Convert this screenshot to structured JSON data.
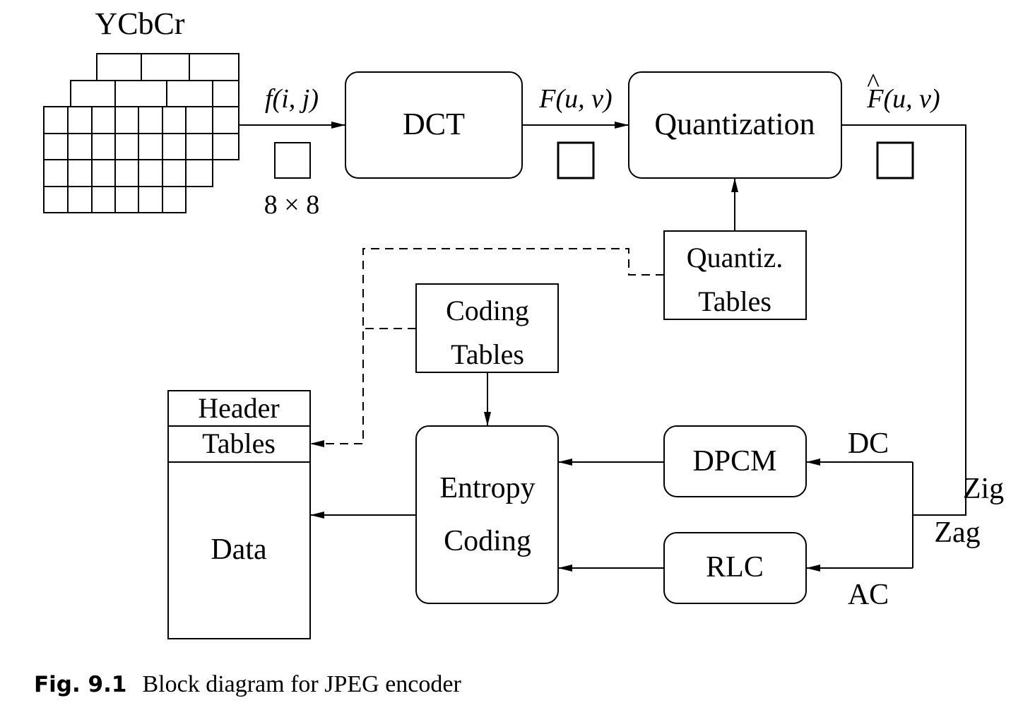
{
  "labels": {
    "color_space": "YCbCr",
    "f_ij": "f(i, j)",
    "block_size": "8 × 8",
    "F_uv": "F(u, v)",
    "F_hat_uv": "F(u, v)",
    "F_hat_accent": "^",
    "dc": "DC",
    "ac": "AC",
    "zig": "Zig",
    "zag": "Zag"
  },
  "blocks": {
    "dct": "DCT",
    "quantization": "Quantization",
    "quantiz_tables_line1": "Quantiz.",
    "quantiz_tables_line2": "Tables",
    "coding_tables_line1": "Coding",
    "coding_tables_line2": "Tables",
    "dpcm": "DPCM",
    "rlc": "RLC",
    "entropy_line1": "Entropy",
    "entropy_line2": "Coding",
    "header": "Header",
    "tables": "Tables",
    "data": "Data"
  },
  "caption": {
    "label": "Fig. 9.1",
    "text": "Block diagram for JPEG encoder"
  }
}
